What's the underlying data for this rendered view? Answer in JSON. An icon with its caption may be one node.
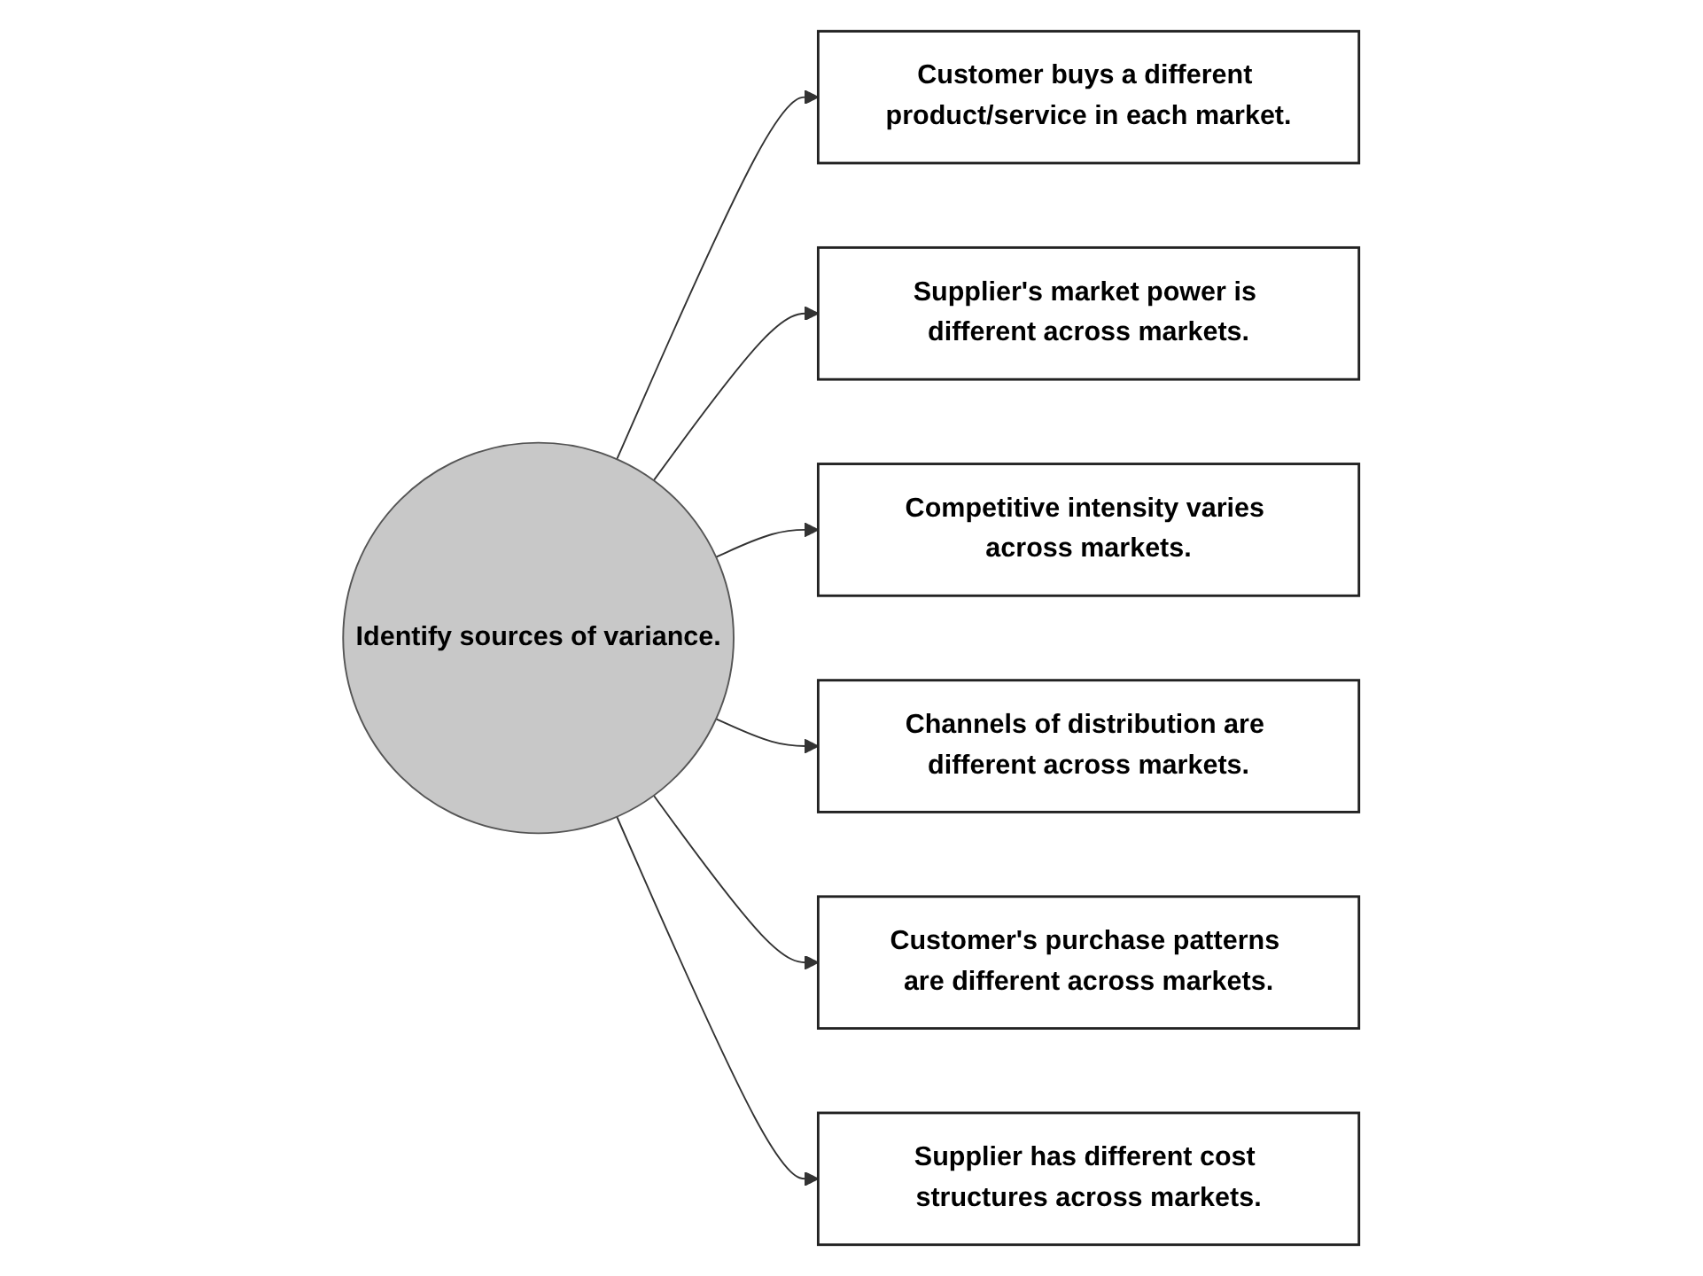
{
  "diagram": {
    "nodes": [
      {
        "text": [
          "Customer buys a different product/service in each market."
        ]
      },
      {
        "text": [
          "Supplier's market power is different across markets."
        ]
      },
      {
        "text": [
          "Identify sources of variance."
        ]
      },
      {
        "text": [
          "Competitive intensity varies across markets."
        ]
      },
      {
        "text": [
          "Channels of distribution are different across markets."
        ]
      },
      {
        "text": [
          "Customer's purchase patterns are different across markets."
        ]
      },
      {
        "text": [
          "Supplier has different cost structures across markets."
        ]
      }
    ],
    "edges": [
      {
        "from": 2,
        "to": 0,
        "arrow": "to"
      },
      {
        "from": 2,
        "to": 1,
        "arrow": "to"
      },
      {
        "from": 2,
        "to": 3,
        "arrow": "to"
      },
      {
        "from": 2,
        "to": 4,
        "arrow": "to"
      },
      {
        "from": 2,
        "to": 5,
        "arrow": "to"
      },
      {
        "from": 2,
        "to": 6,
        "arrow": "to"
      }
    ]
  }
}
